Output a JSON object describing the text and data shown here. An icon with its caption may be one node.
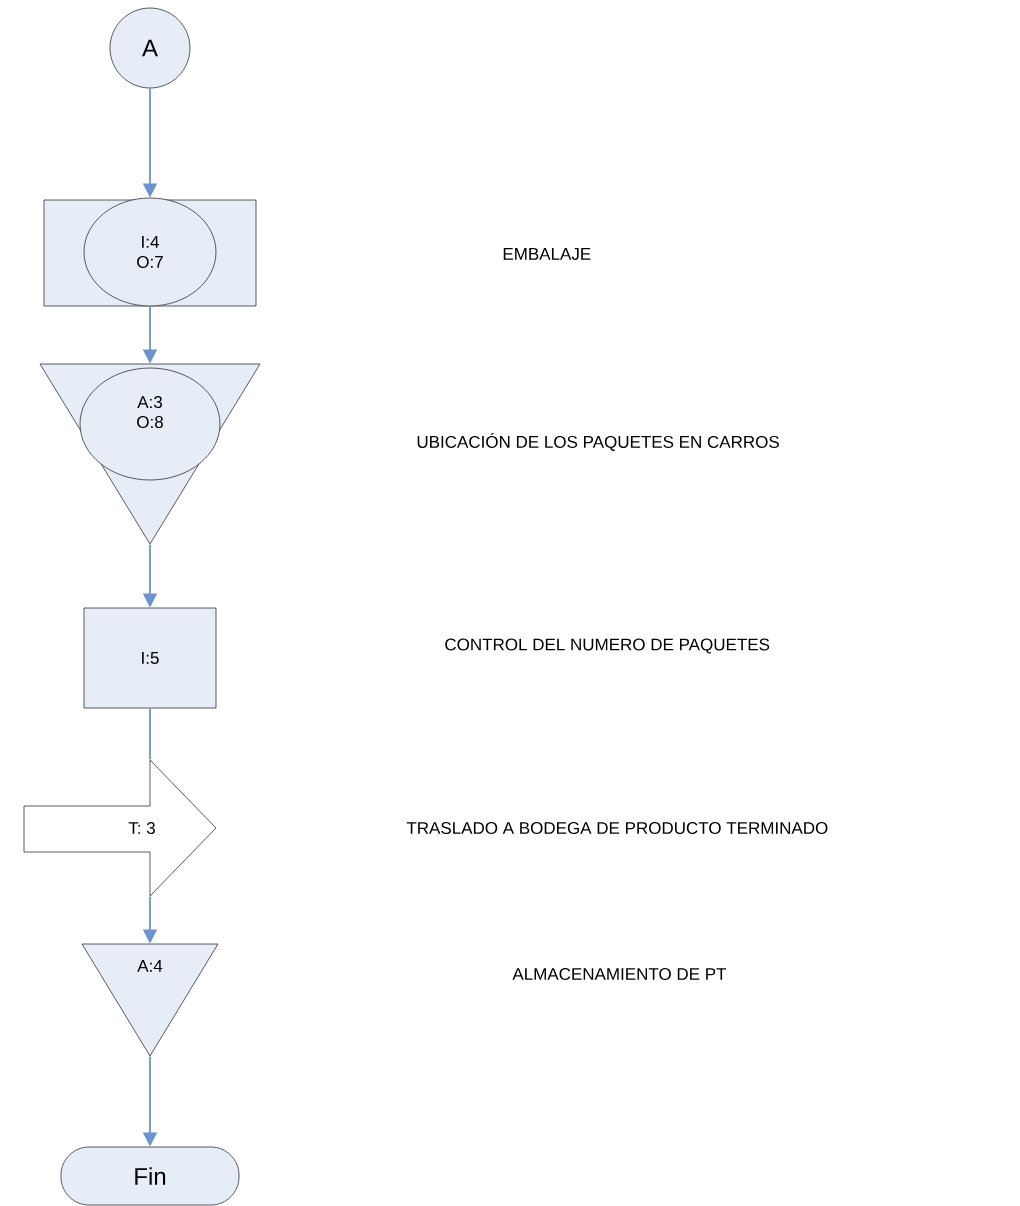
{
  "diagram": {
    "nodes": [
      {
        "text": [
          "A"
        ]
      },
      {
        "text": [
          "I:4 O:7"
        ]
      },
      {
        "text": [
          "A:3 O:8"
        ]
      },
      {
        "text": [
          "I:5"
        ]
      },
      {
        "text": [
          "T: 3"
        ]
      },
      {
        "text": [
          "A:4"
        ]
      },
      {
        "text": [
          "Fin"
        ]
      }
    ],
    "edges": [
      {
        "from": 0,
        "to": 1,
        "arrow": "to"
      },
      {
        "from": 1,
        "to": 2,
        "arrow": "to"
      },
      {
        "from": 2,
        "to": 3,
        "arrow": "to"
      },
      {
        "from": 3,
        "to": 4,
        "arrow": "none"
      },
      {
        "from": 4,
        "to": 5,
        "arrow": "to"
      },
      {
        "from": 5,
        "to": 6,
        "arrow": "to"
      }
    ],
    "labels": [
      "EMBALAJE",
      "UBICACIÓN DE LOS PAQUETES EN CARROS",
      "CONTROL DEL NUMERO DE PAQUETES",
      "TRASLADO A BODEGA DE PRODUCTO TERMINADO",
      "ALMACENAMIENTO DE PT"
    ]
  }
}
